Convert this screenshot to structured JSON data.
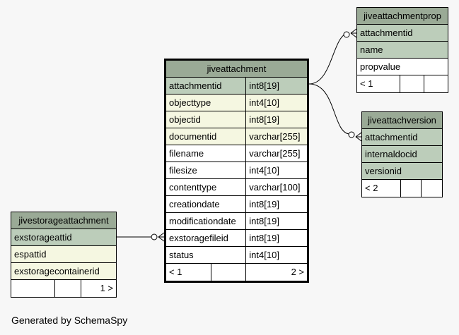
{
  "tables": {
    "main": {
      "name": "jiveattachment",
      "columns": [
        {
          "name": "attachmentid",
          "type": "int8[19]",
          "role": "pk"
        },
        {
          "name": "objecttype",
          "type": "int4[10]",
          "role": "fk"
        },
        {
          "name": "objectid",
          "type": "int8[19]",
          "role": "fk"
        },
        {
          "name": "documentid",
          "type": "varchar[255]",
          "role": "fk"
        },
        {
          "name": "filename",
          "type": "varchar[255]",
          "role": "plain"
        },
        {
          "name": "filesize",
          "type": "int4[10]",
          "role": "plain"
        },
        {
          "name": "contenttype",
          "type": "varchar[100]",
          "role": "plain"
        },
        {
          "name": "creationdate",
          "type": "int8[19]",
          "role": "plain"
        },
        {
          "name": "modificationdate",
          "type": "int8[19]",
          "role": "plain"
        },
        {
          "name": "exstoragefileid",
          "type": "int8[19]",
          "role": "plain"
        },
        {
          "name": "status",
          "type": "int4[10]",
          "role": "plain"
        }
      ],
      "footer": {
        "parents": "< 1",
        "middle": "",
        "children": "2 >"
      }
    },
    "prop": {
      "name": "jiveattachmentprop",
      "columns": [
        {
          "name": "attachmentid",
          "role": "pk"
        },
        {
          "name": "name",
          "role": "pk"
        },
        {
          "name": "propvalue",
          "role": "plain"
        }
      ],
      "footer": {
        "parents": "< 1",
        "middle": "",
        "children": ""
      }
    },
    "version": {
      "name": "jiveattachversion",
      "columns": [
        {
          "name": "attachmentid",
          "role": "pk"
        },
        {
          "name": "internaldocid",
          "role": "pk"
        },
        {
          "name": "versionid",
          "role": "pk"
        }
      ],
      "footer": {
        "parents": "< 2",
        "middle": "",
        "children": ""
      }
    },
    "storage": {
      "name": "jivestorageattachment",
      "columns": [
        {
          "name": "exstorageattid",
          "role": "pk"
        },
        {
          "name": "espattid",
          "role": "fk"
        },
        {
          "name": "exstoragecontainerid",
          "role": "fk"
        }
      ],
      "footer": {
        "parents": "",
        "middle": "",
        "children": "1 >"
      }
    }
  },
  "caption": "Generated by SchemaSpy",
  "colors": {
    "header": "#9aaa96",
    "primary_key": "#bccdba",
    "foreign_key": "#f5f7e1",
    "plain": "#ffffff",
    "background": "#f7f7f7"
  }
}
